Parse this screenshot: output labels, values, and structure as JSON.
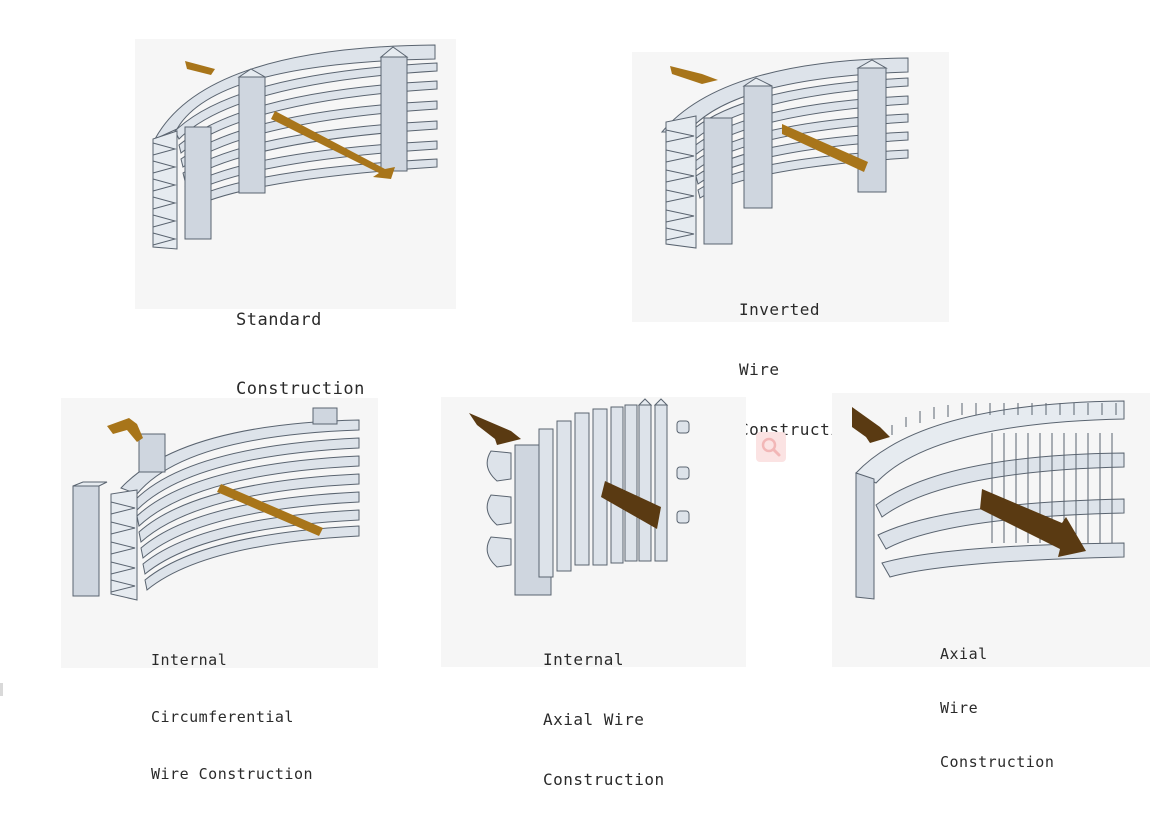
{
  "panels": [
    {
      "id": "standard",
      "caption": [
        "Standard",
        "Construction"
      ]
    },
    {
      "id": "inverted",
      "caption": [
        "Inverted",
        "Wire",
        "Construction"
      ]
    },
    {
      "id": "internal-circumferential",
      "caption": [
        "Internal",
        "Circumferential",
        "Wire Construction"
      ]
    },
    {
      "id": "internal-axial",
      "caption": [
        "Internal",
        "Axial Wire",
        "Construction"
      ]
    },
    {
      "id": "axial",
      "caption": [
        "Axial",
        "Wire",
        "Construction"
      ]
    }
  ],
  "colors": {
    "panel_background": "#f6f6f6",
    "wire_fill": "#dde3ea",
    "wire_stroke": "#5a6470",
    "rod_fill": "#d3d9e1",
    "arrow_orange": "#a8751a",
    "arrow_brown": "#5a3a12"
  },
  "icons": {
    "zoom": "magnifier-icon"
  }
}
